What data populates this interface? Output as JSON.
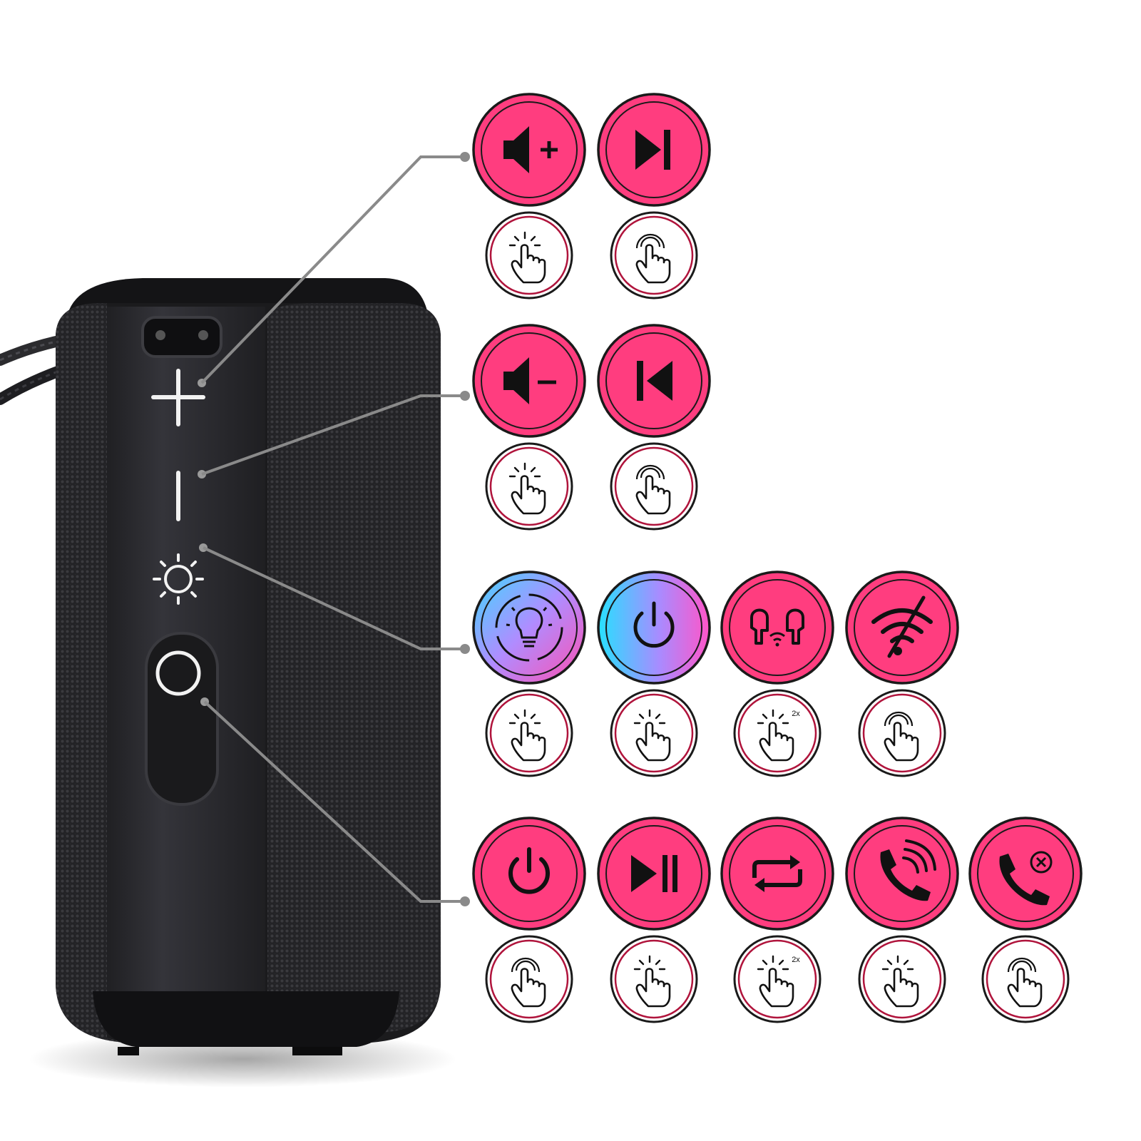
{
  "colors": {
    "accent": "#ff3d7f",
    "outline": "#1a1a1a",
    "speaker_body": "#1c1c1e",
    "speaker_panel": "#2a2a2d",
    "connector": "#8a8a8a",
    "ring_inner": "#b0143c"
  },
  "speaker": {
    "buttons": [
      {
        "name": "plus",
        "icon": "plus-icon"
      },
      {
        "name": "minus",
        "icon": "minus-icon"
      },
      {
        "name": "light",
        "icon": "sun-icon"
      },
      {
        "name": "power",
        "icon": "circle-icon"
      }
    ]
  },
  "rows": [
    {
      "functions": [
        {
          "icon": "volume-up-icon",
          "style": "pink",
          "gesture": "tap"
        },
        {
          "icon": "next-track-icon",
          "style": "pink",
          "gesture": "hold"
        }
      ]
    },
    {
      "functions": [
        {
          "icon": "volume-down-icon",
          "style": "pink",
          "gesture": "tap"
        },
        {
          "icon": "previous-track-icon",
          "style": "pink",
          "gesture": "hold"
        }
      ]
    },
    {
      "functions": [
        {
          "icon": "light-cycle-icon",
          "style": "gradient",
          "gesture": "tap"
        },
        {
          "icon": "power-light-icon",
          "style": "gradient",
          "gesture": "tap"
        },
        {
          "icon": "earbuds-pairing-icon",
          "style": "pink",
          "gesture": "double-tap",
          "badge": "2x"
        },
        {
          "icon": "wifi-off-icon",
          "style": "pink",
          "gesture": "hold"
        }
      ]
    },
    {
      "functions": [
        {
          "icon": "power-icon",
          "style": "pink",
          "gesture": "hold"
        },
        {
          "icon": "play-pause-icon",
          "style": "pink",
          "gesture": "tap"
        },
        {
          "icon": "repeat-icon",
          "style": "pink",
          "gesture": "double-tap",
          "badge": "2x"
        },
        {
          "icon": "answer-call-icon",
          "style": "pink",
          "gesture": "tap"
        },
        {
          "icon": "reject-call-icon",
          "style": "pink",
          "gesture": "hold"
        }
      ]
    }
  ]
}
